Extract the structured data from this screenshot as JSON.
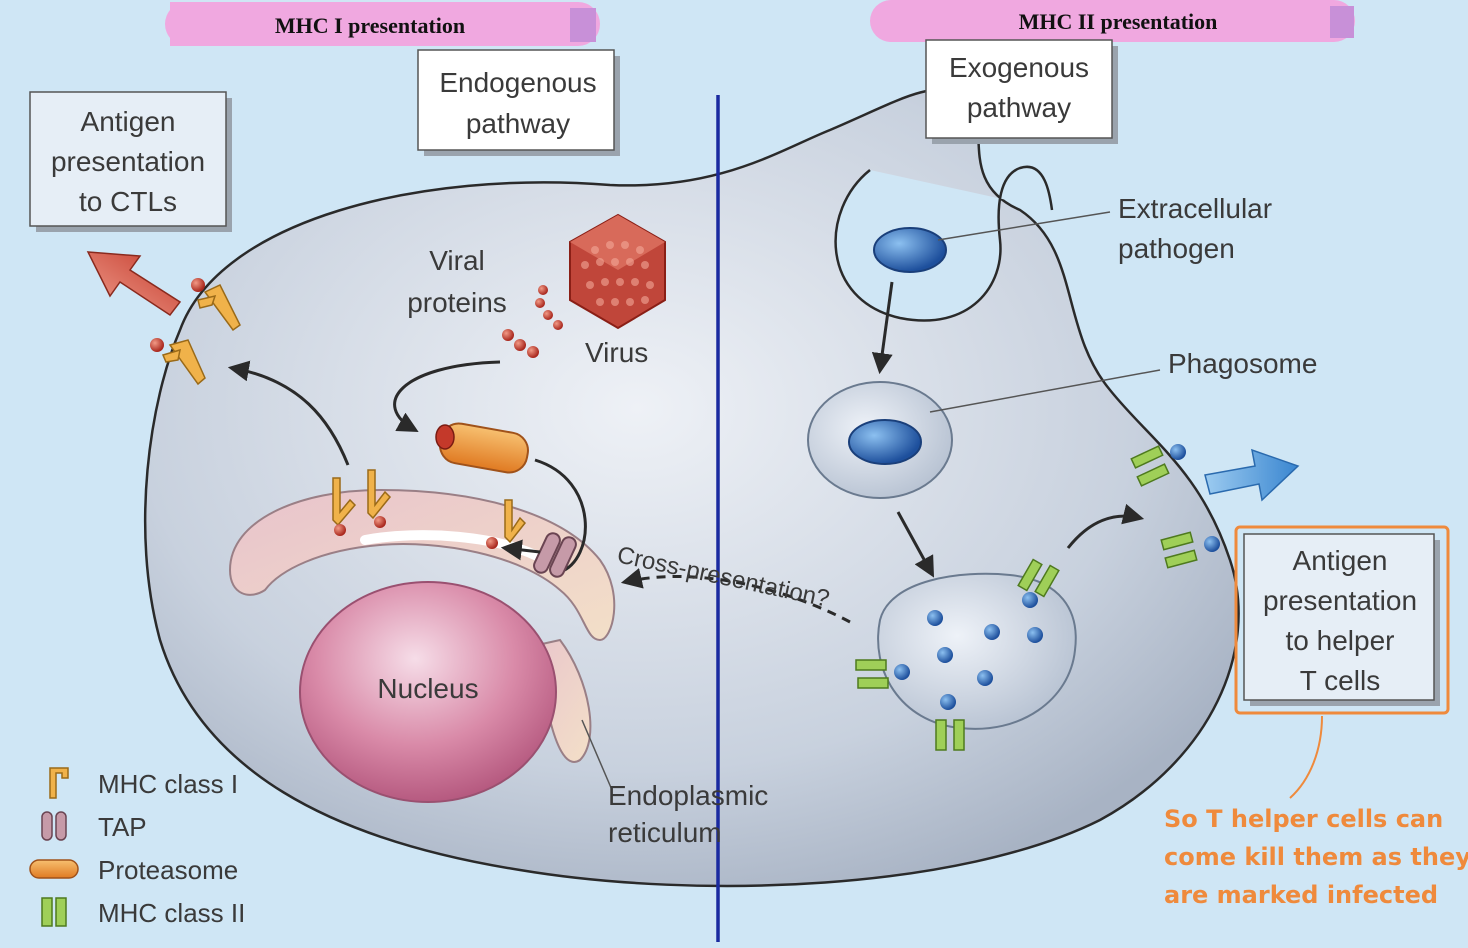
{
  "banners": {
    "left": "MHC I presentation",
    "right": "MHC II presentation"
  },
  "boxes": {
    "endogenous": [
      "Endogenous",
      "pathway"
    ],
    "exogenous": [
      "Exogenous",
      "pathway"
    ],
    "ctl": [
      "Antigen",
      "presentation",
      "to CTLs"
    ],
    "helper": [
      "Antigen",
      "presentation",
      "to helper",
      "T cells"
    ]
  },
  "labels": {
    "viral_proteins": [
      "Viral",
      "proteins"
    ],
    "virus": "Virus",
    "extracellular_pathogen": [
      "Extracellular",
      "pathogen"
    ],
    "phagosome": "Phagosome",
    "cross_presentation": "Cross-presentation?",
    "nucleus": "Nucleus",
    "er": [
      "Endoplasmic",
      "reticulum"
    ]
  },
  "legend": [
    {
      "icon": "mhc-class-i",
      "label": "MHC class I"
    },
    {
      "icon": "tap",
      "label": "TAP"
    },
    {
      "icon": "proteasome",
      "label": "Proteasome"
    },
    {
      "icon": "mhc-class-ii",
      "label": "MHC class II"
    }
  ],
  "annotation": [
    "So T helper cells can",
    "come kill them as they",
    "are marked infected"
  ],
  "colors": {
    "background": "#cfe6f5",
    "cell": "#c9d3e0",
    "banner": "#f0a8e0",
    "divider": "#1a2aa0",
    "annotation": "#ef8a3c",
    "antigen_red": "#b53a2e",
    "antigen_blue": "#2f6fc0",
    "mhc1": "#f0b24a",
    "mhc2": "#9fcf58"
  }
}
